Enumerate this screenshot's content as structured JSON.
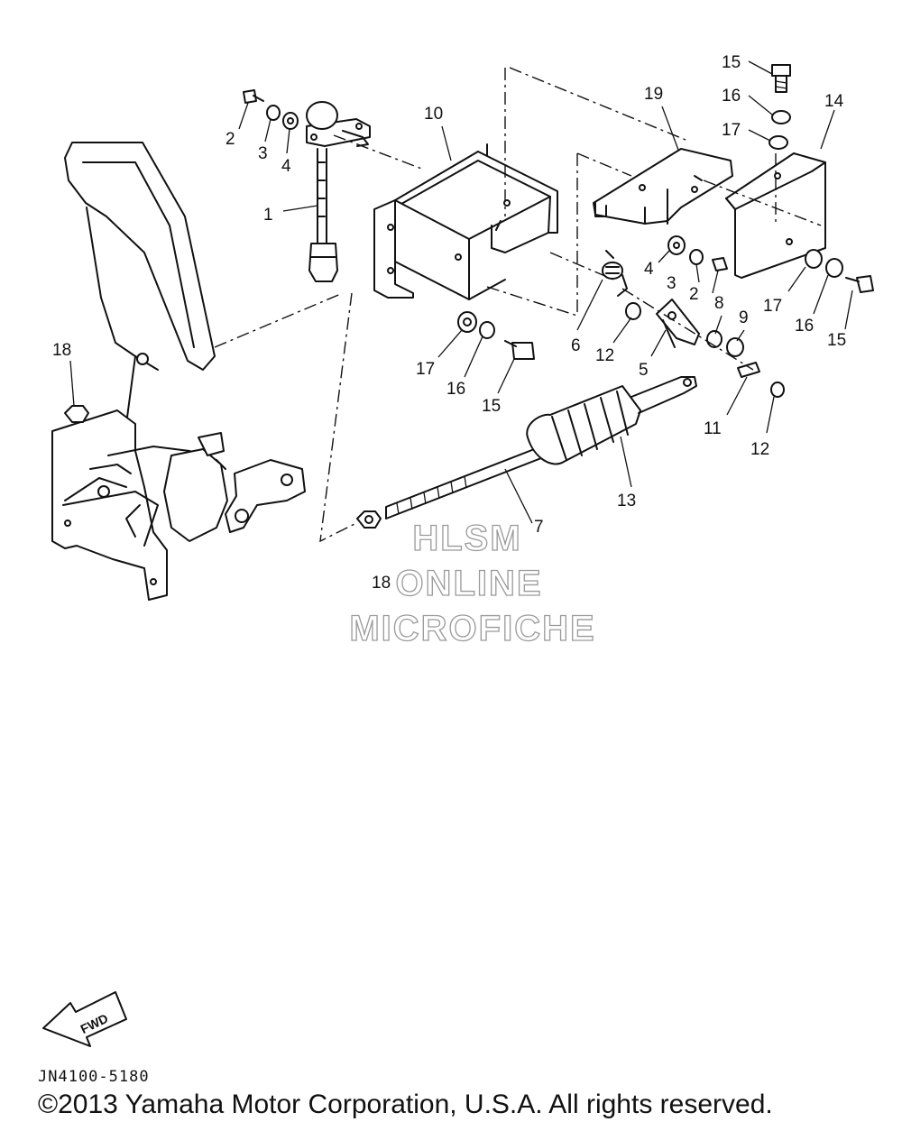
{
  "diagram": {
    "part_callouts": [
      {
        "id": "c1",
        "label": "1"
      },
      {
        "id": "c2a",
        "label": "2"
      },
      {
        "id": "c3a",
        "label": "3"
      },
      {
        "id": "c4a",
        "label": "4"
      },
      {
        "id": "c10",
        "label": "10"
      },
      {
        "id": "c19",
        "label": "19"
      },
      {
        "id": "c15a",
        "label": "15"
      },
      {
        "id": "c16a",
        "label": "16"
      },
      {
        "id": "c17a",
        "label": "17"
      },
      {
        "id": "c14",
        "label": "14"
      },
      {
        "id": "c4b",
        "label": "4"
      },
      {
        "id": "c3b",
        "label": "3"
      },
      {
        "id": "c2b",
        "label": "2"
      },
      {
        "id": "c17b",
        "label": "17"
      },
      {
        "id": "c16b",
        "label": "16"
      },
      {
        "id": "c15b",
        "label": "15"
      },
      {
        "id": "c8",
        "label": "8"
      },
      {
        "id": "c9",
        "label": "9"
      },
      {
        "id": "c6",
        "label": "6"
      },
      {
        "id": "c12a",
        "label": "12"
      },
      {
        "id": "c5",
        "label": "5"
      },
      {
        "id": "c17c",
        "label": "17"
      },
      {
        "id": "c16c",
        "label": "16"
      },
      {
        "id": "c15c",
        "label": "15"
      },
      {
        "id": "c11",
        "label": "11"
      },
      {
        "id": "c12b",
        "label": "12"
      },
      {
        "id": "c18a",
        "label": "18"
      },
      {
        "id": "c13",
        "label": "13"
      },
      {
        "id": "c7",
        "label": "7"
      },
      {
        "id": "c18b",
        "label": "18"
      }
    ],
    "fwd_label": "FWD",
    "watermark": [
      "HLSM",
      "ONLINE",
      "MICROFICHE"
    ]
  },
  "footer": {
    "drawing_number": "JN4100-5180",
    "copyright": "©2013 Yamaha Motor Corporation, U.S.A. All rights reserved."
  }
}
